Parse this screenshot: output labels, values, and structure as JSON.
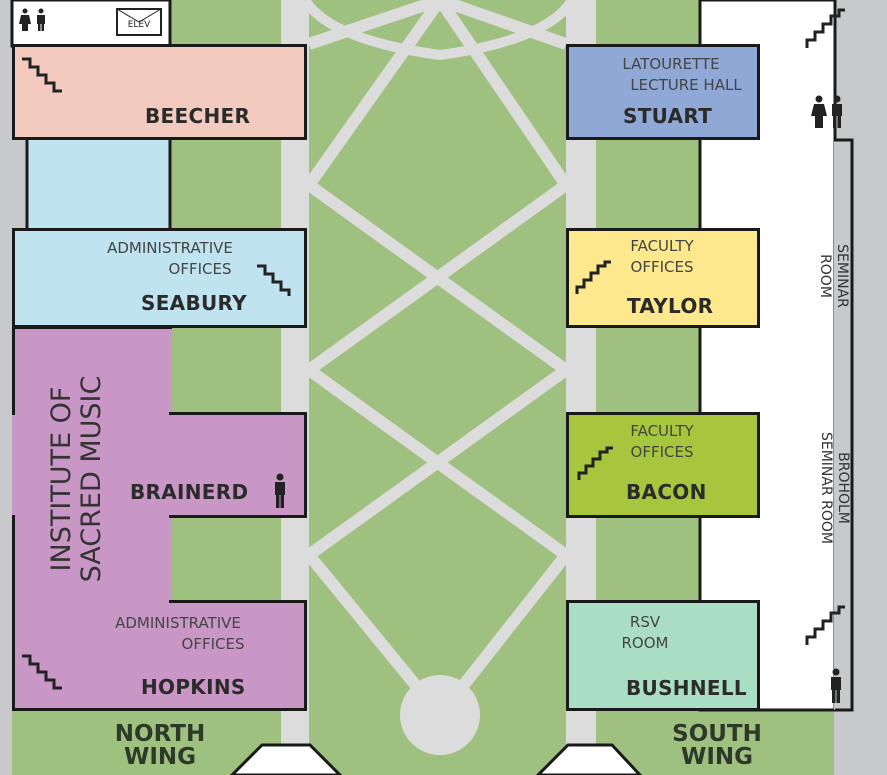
{
  "colors": {
    "lawn": "#9fc17f",
    "path": "#dcdcdc",
    "background": "#c7c9cb",
    "wall": "#1a1a1a",
    "beecher": "#f2cbbe",
    "seabury": "#bfe3ef",
    "sacred_music": "#c997c5",
    "stuart": "#8fa8d6",
    "taylor": "#fde88d",
    "bacon": "#a6c63d",
    "bushnell": "#a9dec4",
    "corridor": "#ffffff"
  },
  "rooms": {
    "beecher": "BEECHER",
    "seabury": "SEABURY",
    "seabury_note": [
      "ADMINISTRATIVE",
      "OFFICES"
    ],
    "brainerd": "BRAINERD",
    "hopkins": "HOPKINS",
    "hopkins_note": [
      "ADMINISTRATIVE",
      "OFFICES"
    ],
    "institute": [
      "INSTITUTE OF",
      "SACRED MUSIC"
    ],
    "stuart": "STUART",
    "stuart_note": [
      "LATOURETTE",
      "LECTURE HALL"
    ],
    "taylor": "TAYLOR",
    "taylor_note": [
      "FACULTY",
      "OFFICES"
    ],
    "bacon": "BACON",
    "bacon_note": [
      "FACULTY",
      "OFFICES"
    ],
    "bushnell": "BUSHNELL",
    "bushnell_note": [
      "RSV",
      "ROOM"
    ],
    "seminar_room": [
      "SEMINAR",
      "ROOM"
    ],
    "broholm": [
      "BROHOLM",
      "SEMINAR ROOM"
    ]
  },
  "wings": {
    "north": [
      "NORTH",
      "WING"
    ],
    "south": [
      "SOUTH",
      "WING"
    ]
  },
  "elevator_label": "ELEV",
  "icons": [
    "restroom-icon",
    "elevator-icon",
    "stairs-icon",
    "person-icon"
  ]
}
